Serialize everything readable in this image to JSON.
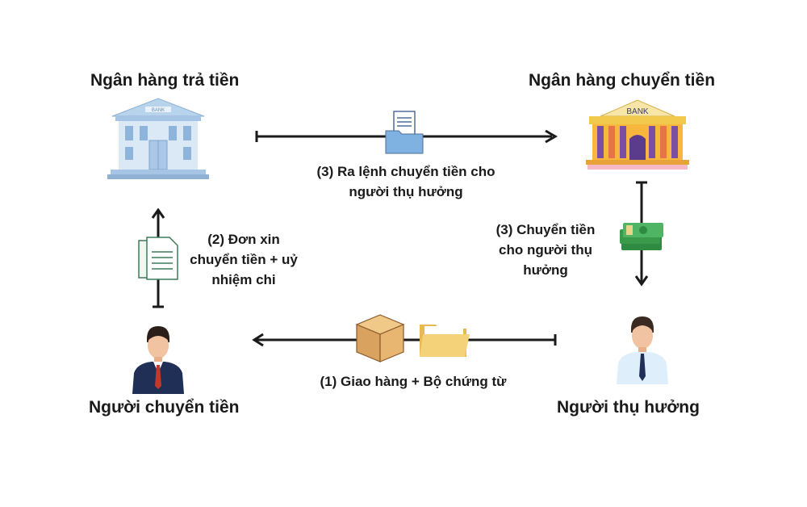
{
  "nodes": {
    "paying_bank": {
      "title": "Ngân hàng trả tiền",
      "sign": "BANK"
    },
    "remitting_bank": {
      "title": "Ngân hàng chuyển tiền",
      "sign": "BANK"
    },
    "remitter": {
      "title": "Người chuyển tiền"
    },
    "beneficiary": {
      "title": "Người thụ hưởng"
    }
  },
  "steps": {
    "step1": {
      "label": "(1) Giao hàng + Bộ chứng từ"
    },
    "step2": {
      "line1": "(2) Đơn xin",
      "line2": "chuyển tiền + uỷ",
      "line3": "nhiệm chi"
    },
    "step3a": {
      "line1": "(3) Ra lệnh chuyển tiền cho",
      "line2": "người thụ hưởng"
    },
    "step3b": {
      "line1": "(3) Chuyển tiền",
      "line2": "cho người thụ",
      "line3": "hưởng"
    }
  },
  "colors": {
    "arrow": "#1a1a1a",
    "paying_bank": "#c9ddf0",
    "remitting_bank": "#f2c94c",
    "suit_dark": "#1f2f56",
    "money": "#3a9a4c",
    "box": "#e0b06a",
    "folder": "#f4d27a"
  }
}
